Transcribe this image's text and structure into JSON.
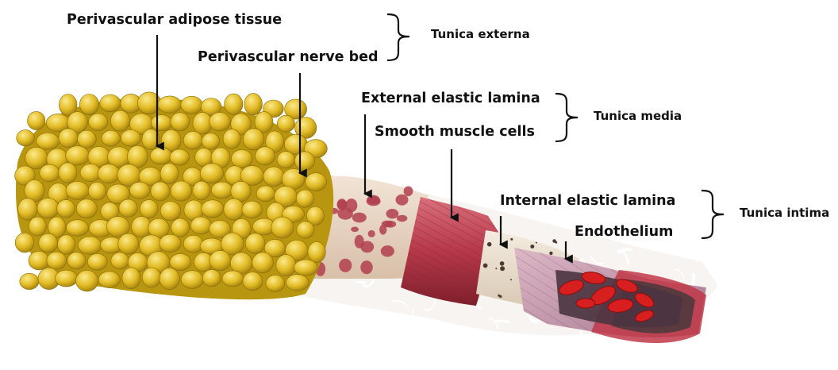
{
  "labels": {
    "perivascular_adipose_tissue": "Perivascular adipose tissue",
    "perivascular_nerve_bed": "Perivascular nerve bed",
    "external_elastic_lamina": "External elastic lamina",
    "smooth_muscle_cells": "Smooth muscle cells",
    "internal_elastic_lamina": "Internal elastic lamina",
    "endothelium": "Endothelium"
  },
  "groups": {
    "tunica_externa": "Tunica externa",
    "tunica_media": "Tunica media",
    "tunica_intima": "Tunica intima"
  },
  "colors": {
    "adipose": "#e3bd27",
    "nerve": "#ffffff",
    "adventitia": "#e8d3c0",
    "media_muscle": "#b8384a",
    "intima": "#eadfcc",
    "endothelium": "#c9a0b4",
    "blood": "#d81f1f"
  }
}
